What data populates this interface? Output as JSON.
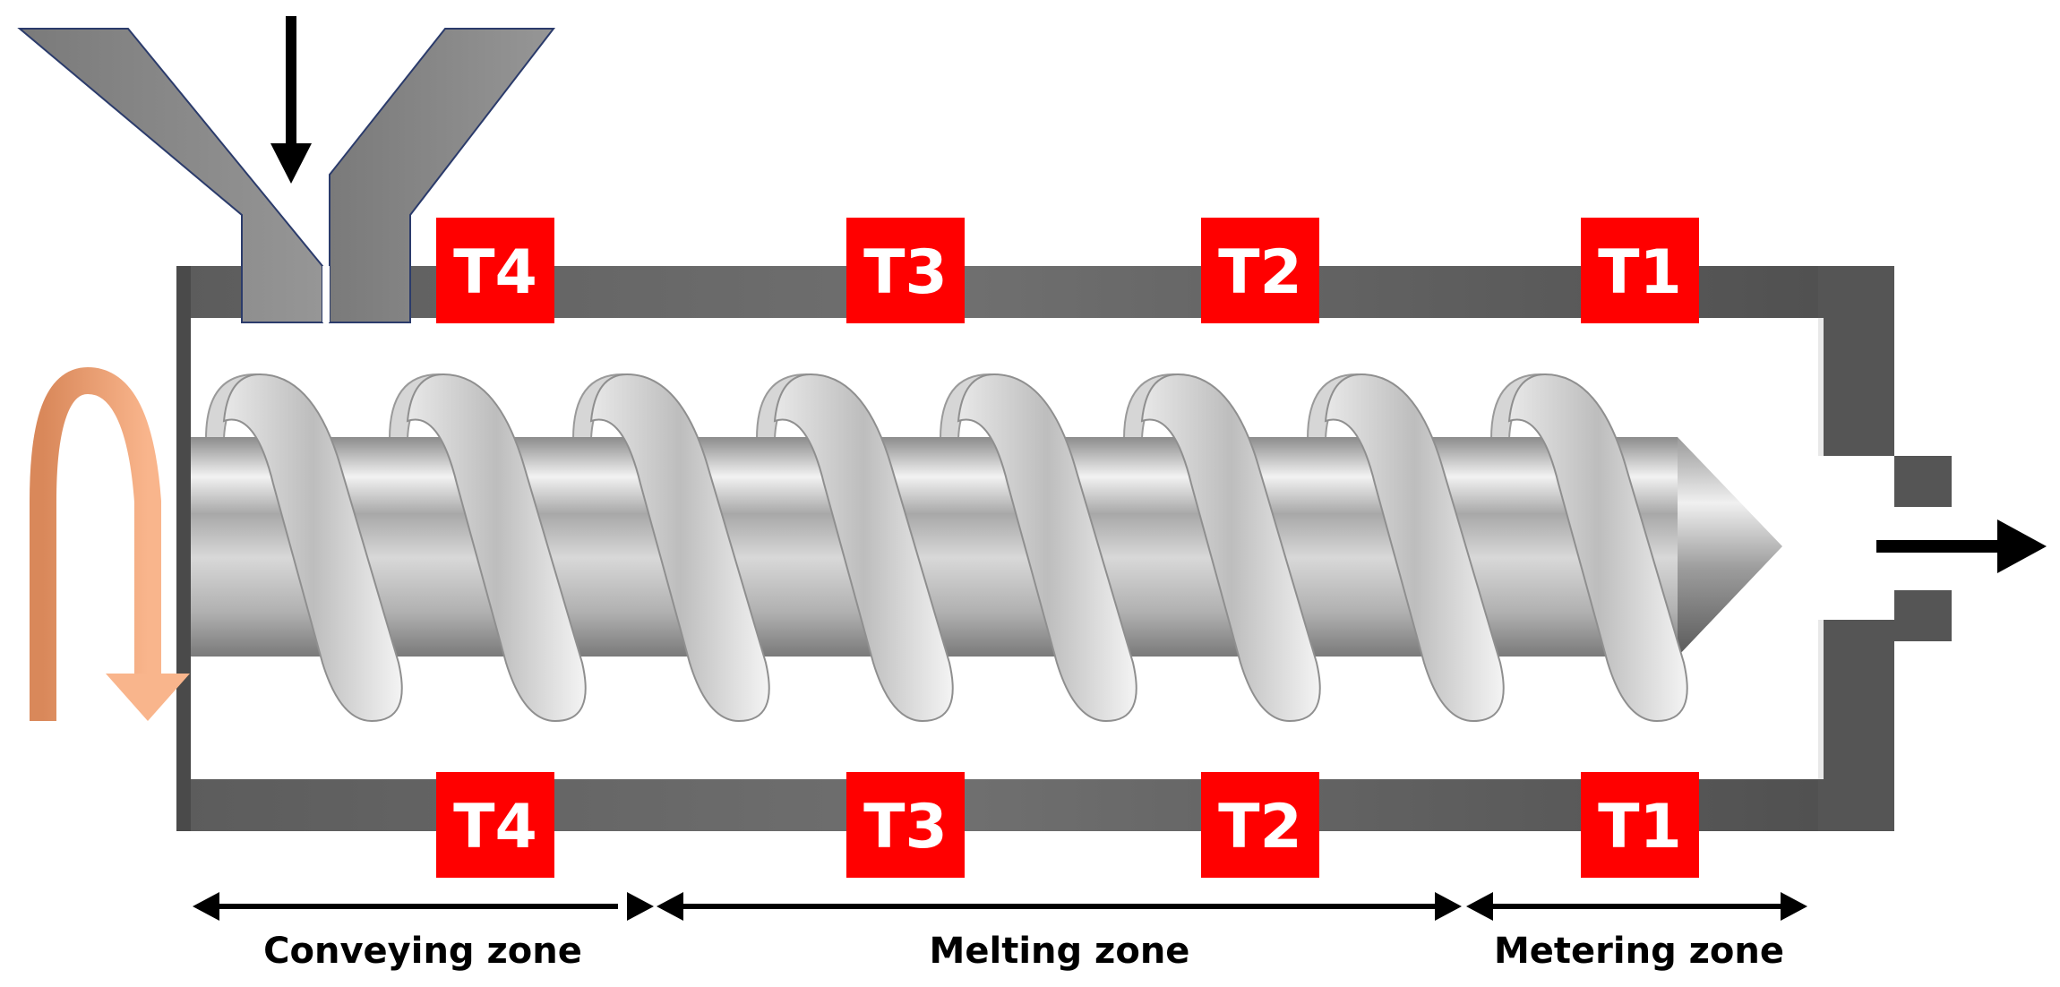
{
  "heaters": {
    "top": [
      "T4",
      "T3",
      "T2",
      "T1"
    ],
    "bottom": [
      "T4",
      "T3",
      "T2",
      "T1"
    ]
  },
  "zones": [
    "Conveying zone",
    "Melting zone",
    "Metering zone"
  ],
  "colors": {
    "barrel": "#5a5a5a",
    "heater": "#ff0000",
    "heater_text": "#ffffff",
    "screw": "#c8c8c8",
    "rotation_arrow": "#f4a777",
    "arrows": "#000000",
    "zone_text": "#000000"
  },
  "icons": {
    "feed": "down-arrow-icon",
    "output": "right-arrow-icon",
    "rotation": "rotation-arrow-icon"
  }
}
